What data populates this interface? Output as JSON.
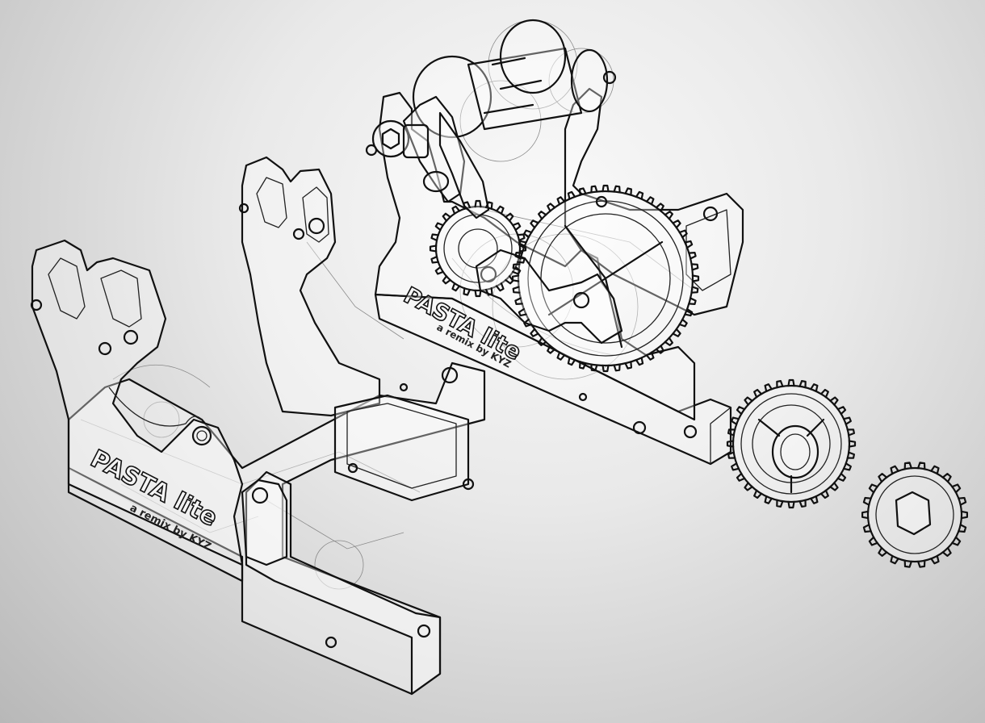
{
  "left_part": {
    "title": "PASTA lite",
    "subtitle": "a remix by KYZ"
  },
  "right_assembly": {
    "title": "PASTA lite",
    "subtitle": "a remix by KYZ"
  },
  "colors": {
    "background": "#d9d9d9",
    "line": "#111111",
    "hidden_line": "#8a8a8a"
  }
}
